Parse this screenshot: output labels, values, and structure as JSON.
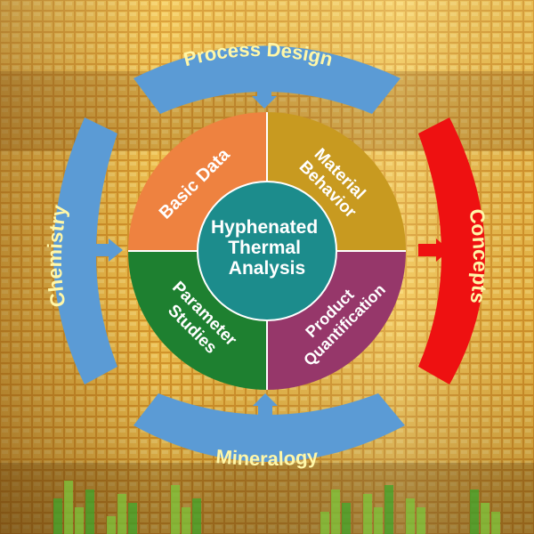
{
  "diagram": {
    "center": {
      "lines": [
        "Hyphenated",
        "Thermal",
        "Analysis"
      ]
    },
    "quadrants": [
      {
        "id": "basic-data",
        "lines": [
          "Basic Data"
        ],
        "color": "#ee8240"
      },
      {
        "id": "material-behavior",
        "lines": [
          "Material",
          "Behavior"
        ],
        "color": "#c89a20"
      },
      {
        "id": "parameter-studies",
        "lines": [
          "Parameter",
          "Studies"
        ],
        "color": "#1e8030"
      },
      {
        "id": "product-quantification",
        "lines": [
          "Product",
          "Quantification"
        ],
        "color": "#96376a"
      }
    ],
    "arcs": [
      {
        "id": "process-design",
        "label": "Process Design",
        "color": "#5b9bd5"
      },
      {
        "id": "chemistry",
        "label": "Chemistry",
        "color": "#5b9bd5"
      },
      {
        "id": "mineralogy",
        "label": "Mineralogy",
        "color": "#5b9bd5"
      },
      {
        "id": "concepts",
        "label": "Concepts",
        "color": "#ee1111"
      }
    ],
    "colors": {
      "center_fill": "#1c8c8c",
      "arc_label": "#fff7a8",
      "quadrant_text": "#ffffff",
      "background": "#d9a23a"
    }
  }
}
